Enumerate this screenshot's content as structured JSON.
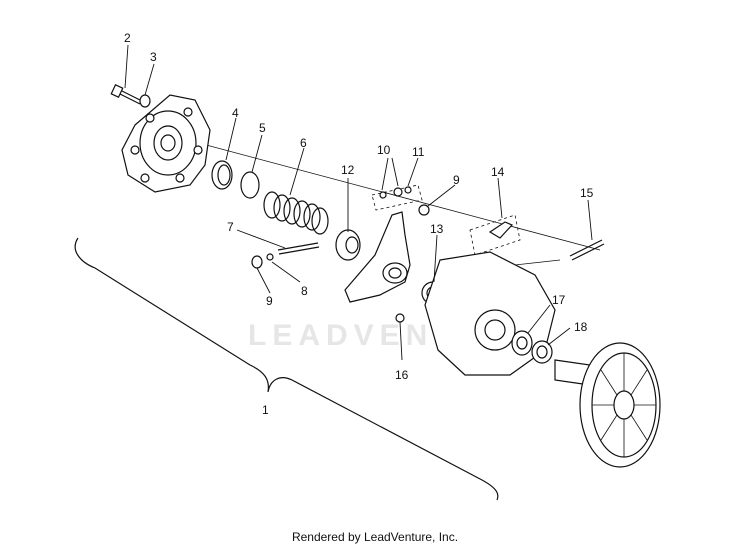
{
  "watermark": "LEADVENTURE",
  "footer": "Rendered by LeadVenture, Inc.",
  "callouts": [
    "1",
    "2",
    "3",
    "4",
    "5",
    "6",
    "7",
    "8",
    "9",
    "9",
    "10",
    "11",
    "12",
    "13",
    "14",
    "15",
    "16",
    "17",
    "18"
  ]
}
